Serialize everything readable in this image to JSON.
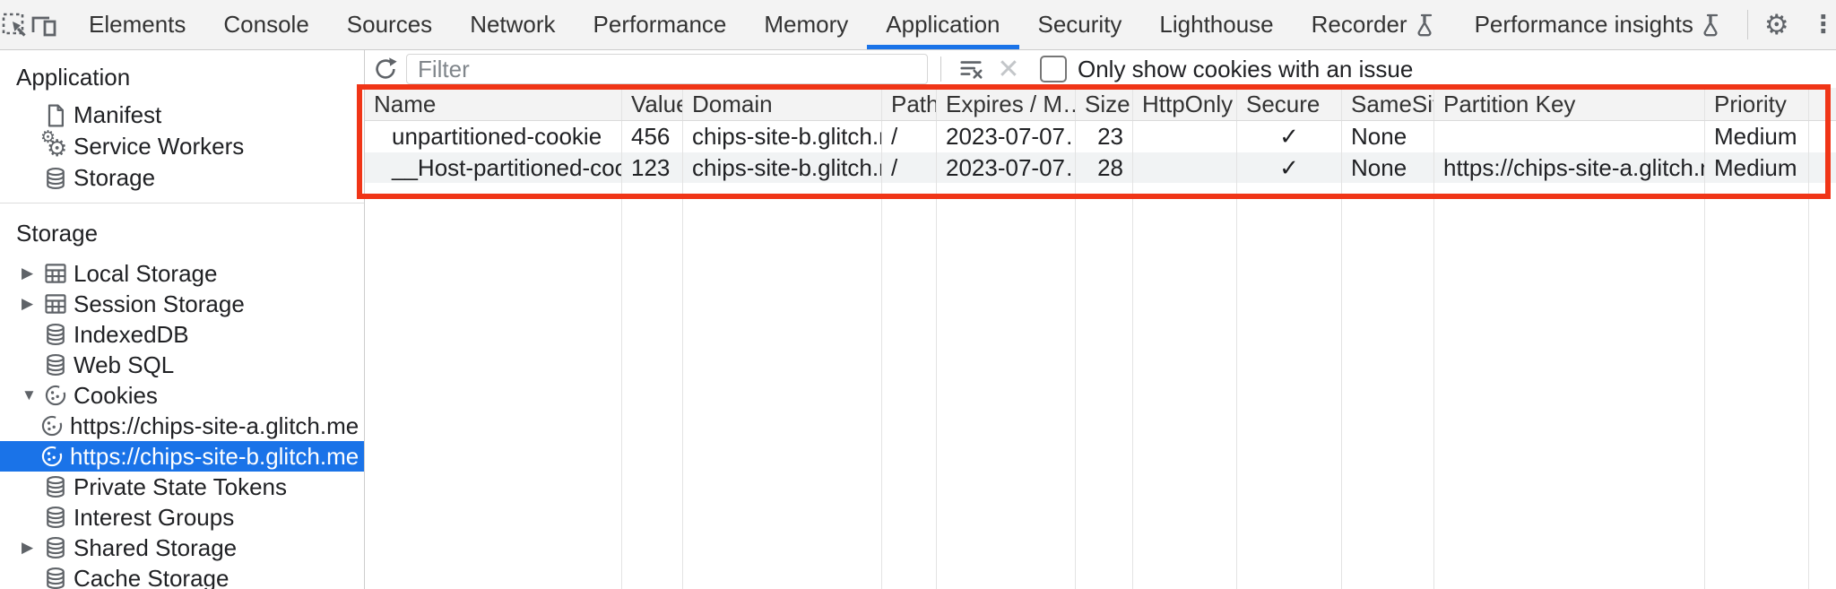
{
  "tabbar": {
    "tabs": [
      {
        "label": "Elements"
      },
      {
        "label": "Console"
      },
      {
        "label": "Sources"
      },
      {
        "label": "Network"
      },
      {
        "label": "Performance"
      },
      {
        "label": "Memory"
      },
      {
        "label": "Application",
        "selected": true
      },
      {
        "label": "Security"
      },
      {
        "label": "Lighthouse"
      },
      {
        "label": "Recorder",
        "flask": true
      },
      {
        "label": "Performance insights",
        "flask": true
      }
    ]
  },
  "icons": {
    "gear": "⚙",
    "more": "⋮",
    "close": "✕",
    "disabled_clear": "✕",
    "arrow_collapsed": "▶",
    "arrow_expanded": "▼",
    "sw_gear": "⚙"
  },
  "sidebar": {
    "sections": [
      {
        "title": "Application",
        "items": [
          {
            "label": "Manifest",
            "icon": "document"
          },
          {
            "label": "Service Workers",
            "icon": "gears"
          },
          {
            "label": "Storage",
            "icon": "database"
          }
        ]
      },
      {
        "title": "Storage",
        "items": [
          {
            "label": "Local Storage",
            "icon": "table",
            "arrow": "collapsed"
          },
          {
            "label": "Session Storage",
            "icon": "table",
            "arrow": "collapsed"
          },
          {
            "label": "IndexedDB",
            "icon": "database"
          },
          {
            "label": "Web SQL",
            "icon": "database"
          },
          {
            "label": "Cookies",
            "icon": "cookie",
            "arrow": "expanded"
          },
          {
            "label": "https://chips-site-a.glitch.me",
            "icon": "cookie",
            "child": true
          },
          {
            "label": "https://chips-site-b.glitch.me",
            "icon": "cookie",
            "child": true,
            "selected": true
          },
          {
            "label": "Private State Tokens",
            "icon": "database"
          },
          {
            "label": "Interest Groups",
            "icon": "database"
          },
          {
            "label": "Shared Storage",
            "icon": "database",
            "arrow": "collapsed"
          },
          {
            "label": "Cache Storage",
            "icon": "database"
          }
        ]
      }
    ]
  },
  "toolbar": {
    "filter_placeholder": "Filter",
    "checkbox_label": "Only show cookies with an issue",
    "checkbox_checked": false
  },
  "cookie_table": {
    "columns": [
      "Name",
      "Value",
      "Domain",
      "Path",
      "Expires / M…",
      "Size",
      "HttpOnly",
      "Secure",
      "SameSite",
      "Partition Key",
      "Priority"
    ],
    "rows": [
      {
        "name": "unpartitioned-cookie",
        "value": "456",
        "domain": "chips-site-b.glitch.me",
        "path": "/",
        "expires": "2023-07-07…",
        "size": "23",
        "http_only": "",
        "secure": "✓",
        "same_site": "None",
        "partition_key": "",
        "priority": "Medium"
      },
      {
        "name": "__Host-partitioned-cookie",
        "value": "123",
        "domain": "chips-site-b.glitch.me",
        "path": "/",
        "expires": "2023-07-07…",
        "size": "28",
        "http_only": "",
        "secure": "✓",
        "same_site": "None",
        "partition_key": "https://chips-site-a.glitch.me",
        "priority": "Medium"
      }
    ]
  },
  "colors": {
    "accent_blue": "#1a73e8",
    "selected_item_bg": "#1a73e8",
    "annotation_red": "#f03517",
    "tabbar_bg": "#f3f3f3",
    "row_stripe": "#f1f3f4"
  }
}
